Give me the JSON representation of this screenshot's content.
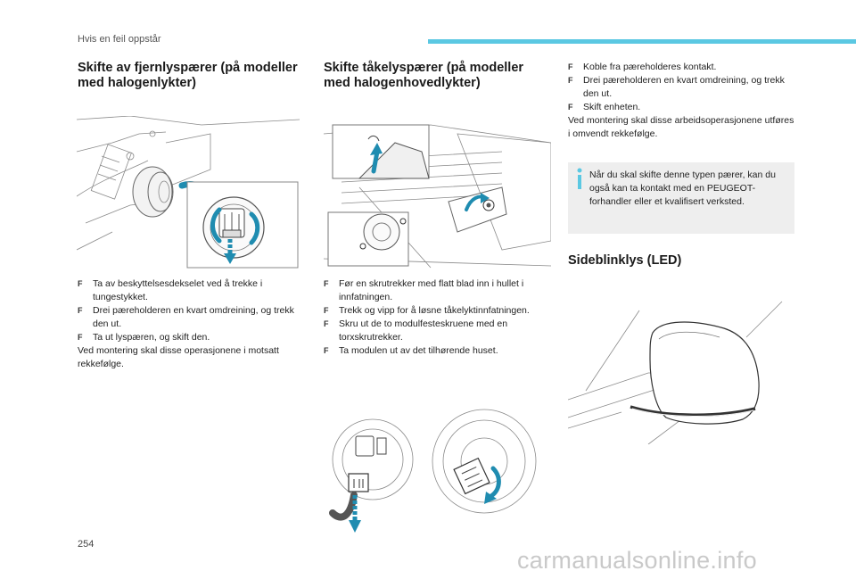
{
  "header": {
    "section_title": "Hvis en feil oppstår"
  },
  "col1": {
    "heading": "Skifte av fjernlyspærer (på modeller med halogenlykter)",
    "steps": [
      "Ta av beskyttelsesdekselet ved å trekke i tungestykket.",
      "Drei pæreholderen en kvart omdreining, og trekk den ut.",
      "Ta ut lyspæren, og skift den."
    ],
    "note": "Ved montering skal disse operasjonene i motsatt rekkefølge."
  },
  "col2": {
    "heading": "Skifte tåkelyspærer (på modeller med halogenhovedlykter)",
    "steps": [
      "Før en skrutrekker med flatt blad inn i hullet i innfatningen.",
      "Trekk og vipp for å løsne tåkelyktinnfatningen.",
      "Skru ut de to modulfesteskruene med en torxskrutrekker.",
      "Ta modulen ut av det tilhørende huset."
    ]
  },
  "col3": {
    "steps": [
      "Koble fra pæreholderes kontakt.",
      "Drei pæreholderen en kvart omdreining, og trekk den ut.",
      "Skift enheten."
    ],
    "note": "Ved montering skal disse arbeidsoperasjonene utføres i omvendt rekkefølge.",
    "info": "Når du skal skifte denne typen pærer, kan du også kan ta kontakt med en PEUGEOT-forhandler eller et kvalifisert verksted.",
    "heading2": "Sideblinklys (LED)"
  },
  "bullet_glyph": "F",
  "page_number": "254",
  "watermark": "carmanualsonline.info",
  "colors": {
    "accent": "#5bc8e2",
    "arrow": "#1f8cb0",
    "info_bg": "#eeeeee"
  },
  "icons": [
    "info-icon",
    "arrow-icon"
  ]
}
